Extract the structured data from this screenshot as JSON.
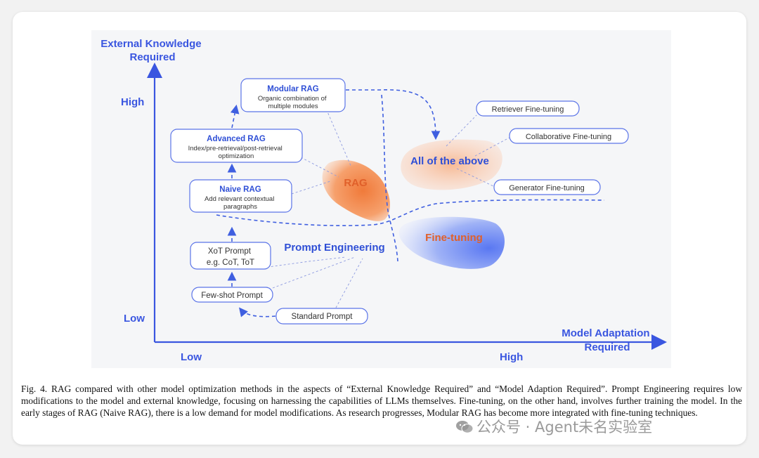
{
  "figure": {
    "y_axis_title": [
      "External Knowledge",
      "Required"
    ],
    "x_axis_title": [
      "Model Adaptation",
      "Required"
    ],
    "y_high": "High",
    "y_low": "Low",
    "x_low": "Low",
    "x_high": "High",
    "modular_rag": {
      "title": "Modular RAG",
      "lines": [
        "Organic combination of",
        "multiple modules"
      ]
    },
    "advanced_rag": {
      "title": "Advanced RAG",
      "lines": [
        "Index/pre-retrieval/post-retrieval",
        "optimization"
      ]
    },
    "naive_rag": {
      "title": "Naive RAG",
      "lines": [
        "Add relevant contextual",
        "paragraphs"
      ]
    },
    "xot_prompt": {
      "lines": [
        "XoT Prompt",
        "e.g. CoT, ToT"
      ]
    },
    "few_shot_prompt": "Few-shot Prompt",
    "standard_prompt": "Standard Prompt",
    "prompt_engineering": "Prompt Engineering",
    "rag_region": "RAG",
    "fine_tuning_region": "Fine-tuning",
    "all_of_above": "All of the above",
    "retriever_ft": "Retriever Fine-tuning",
    "collaborative_ft": "Collaborative Fine-tuning",
    "generator_ft": "Generator Fine-tuning",
    "colors": {
      "accent": "#3a56e0",
      "rag_orange": "#f08a4b",
      "ft_blue": "#6f86f0",
      "label_orange": "#e0602a"
    }
  },
  "caption": {
    "lines": [
      "Fig. 4.  RAG compared with other model optimization methods in the aspects of “External Knowledge Required” and “Model Adaption Required”. Prompt",
      "Engineering requires low modifications to the model and external knowledge, focusing on harnessing the capabilities of LLMs themselves. Fine-tuning, on",
      "the other hand, involves further training the model. In the early stages of RAG (Naive RAG), there is a low demand for model modifications. As research",
      "progresses, Modular RAG has become more integrated with fine-tuning techniques."
    ]
  },
  "watermark": {
    "text": "公众号 · Agent未名实验室",
    "icon": "wechat-icon"
  }
}
